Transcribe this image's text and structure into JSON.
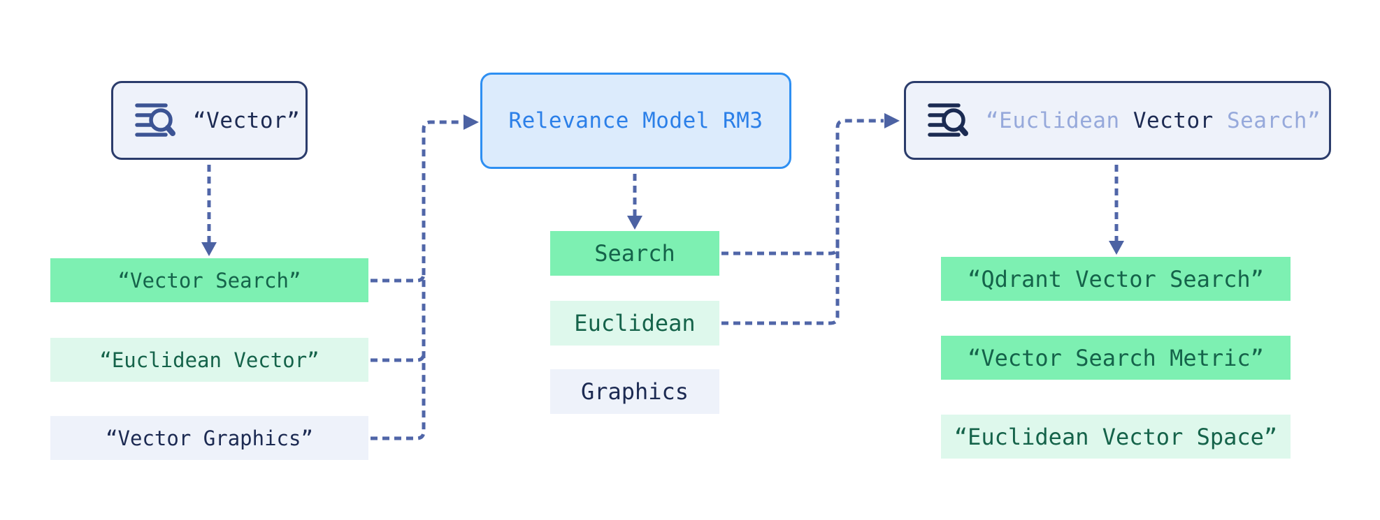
{
  "diagram": {
    "title_hint": "RM3 query expansion flow",
    "left": {
      "query": "“Vector”",
      "results": [
        {
          "label": "“Vector Search”",
          "tone": "green"
        },
        {
          "label": "“Euclidean Vector”",
          "tone": "light-green"
        },
        {
          "label": "“Vector Graphics”",
          "tone": "lavender"
        }
      ]
    },
    "model": {
      "label": "Relevance Model RM3"
    },
    "expansion_terms": [
      {
        "label": "Search",
        "tone": "green"
      },
      {
        "label": "Euclidean",
        "tone": "light-green"
      },
      {
        "label": "Graphics",
        "tone": "lavender"
      }
    ],
    "right": {
      "query_prefix": "“Euclidean ",
      "query_highlight": "Vector",
      "query_suffix": " Search”",
      "results": [
        {
          "label": "“Qdrant Vector Search”",
          "tone": "green"
        },
        {
          "label": "“Vector Search Metric”",
          "tone": "green"
        },
        {
          "label": "“Euclidean Vector Space”",
          "tone": "light-green"
        }
      ]
    },
    "colors": {
      "highlight_green": "#7df0b2",
      "light_green": "#def8ec",
      "lavender": "#eef2fa",
      "green_text": "#15634a",
      "navy_text": "#1c2a52",
      "model_text_blue": "#2b7fe8",
      "model_border_blue": "#2e8ff2",
      "model_bg_blue": "#dcebfc",
      "query_box_bg": "#eef2fa",
      "query_box_border": "#2b3c6b",
      "connector_blue": "#5066a8",
      "muted_query_text": "#96a9db"
    }
  }
}
